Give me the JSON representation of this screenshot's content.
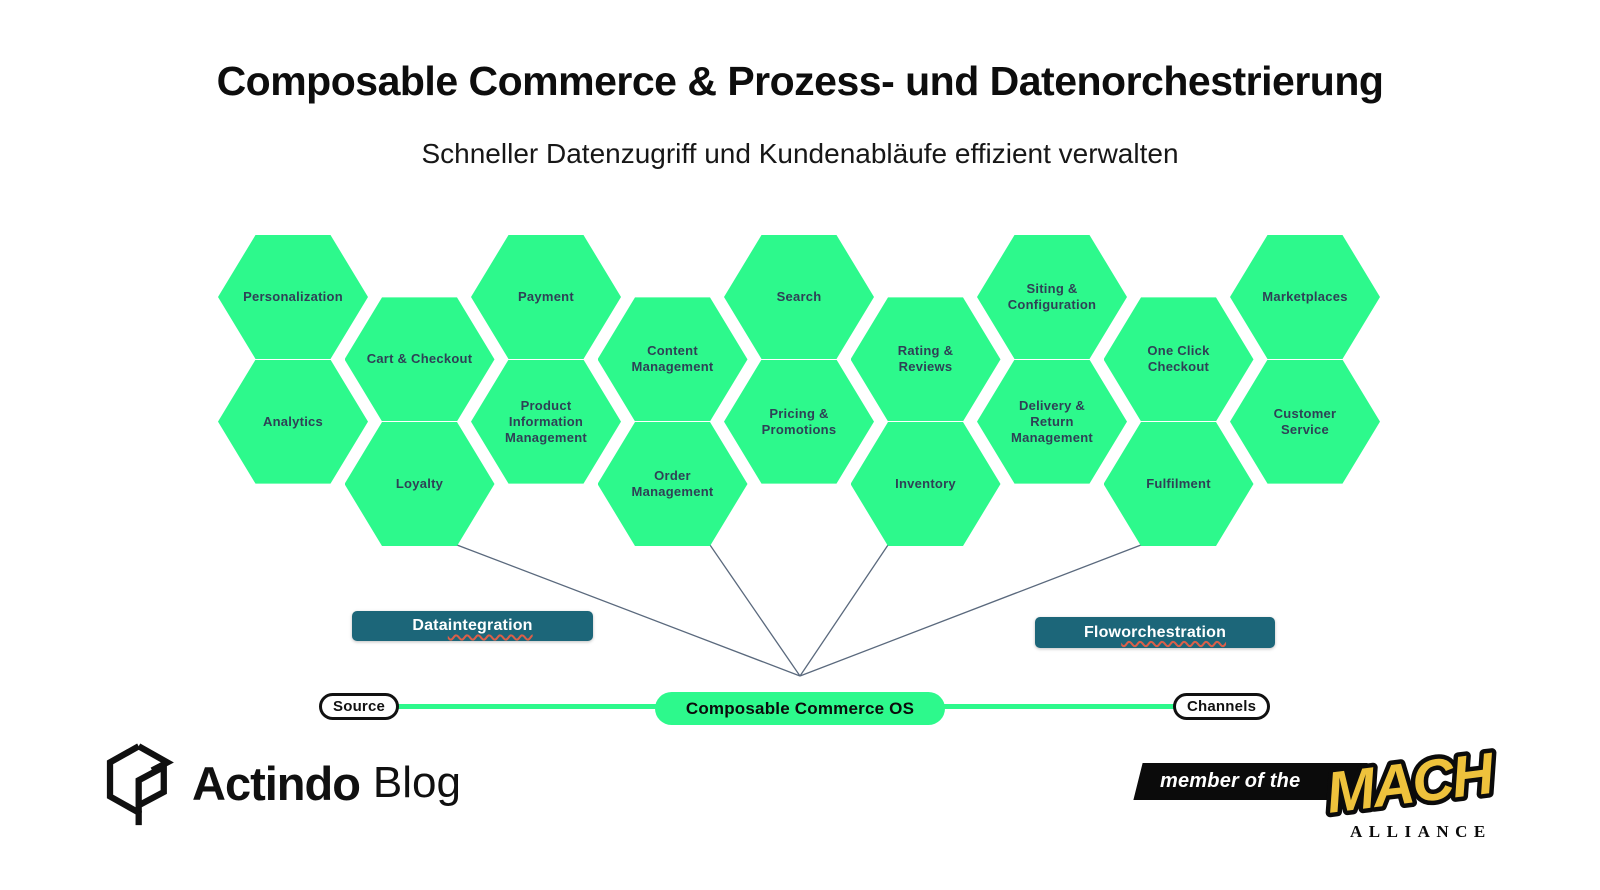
{
  "colors": {
    "green": "#2DF98C",
    "hex_text": "#2F4156",
    "teal": "#1C6679",
    "connector_line": "#5A697D",
    "squiggle": "#DB5F49",
    "mach_yellow": "#EEC23C"
  },
  "header": {
    "title": "Composable Commerce & Prozess- und Datenorchestrierung",
    "subtitle": "Schneller Datenzugriff und Kundenabläufe effizient verwalten"
  },
  "honeycomb": {
    "nodes": [
      {
        "label": "Personalization",
        "col": 0,
        "row": 0
      },
      {
        "label": "Analytics",
        "col": 0,
        "row": 2
      },
      {
        "label": "Cart & Checkout",
        "col": 1,
        "row": 1
      },
      {
        "label": "Loyalty",
        "col": 1,
        "row": 3
      },
      {
        "label": "Payment",
        "col": 2,
        "row": 0
      },
      {
        "label": "Product\nInformation\nManagement",
        "col": 2,
        "row": 2
      },
      {
        "label": "Content\nManagement",
        "col": 3,
        "row": 1
      },
      {
        "label": "Order\nManagement",
        "col": 3,
        "row": 3
      },
      {
        "label": "Search",
        "col": 4,
        "row": 0
      },
      {
        "label": "Pricing &\nPromotions",
        "col": 4,
        "row": 2
      },
      {
        "label": "Rating &\nReviews",
        "col": 5,
        "row": 1
      },
      {
        "label": "Inventory",
        "col": 5,
        "row": 3
      },
      {
        "label": "Siting &\nConfiguration",
        "col": 6,
        "row": 0
      },
      {
        "label": "Delivery &\nReturn\nManagement",
        "col": 6,
        "row": 2
      },
      {
        "label": "One Click\nCheckout",
        "col": 7,
        "row": 1
      },
      {
        "label": "Fulfilment",
        "col": 7,
        "row": 3
      },
      {
        "label": "Marketplaces",
        "col": 8,
        "row": 0
      },
      {
        "label": "Customer\nService",
        "col": 8,
        "row": 2
      }
    ],
    "connections": {
      "from": [
        "Loyalty",
        "Order\nManagement",
        "Inventory",
        "Fulfilment"
      ],
      "to": "Composable Commerce OS"
    }
  },
  "buttons": {
    "data_integration": {
      "prefix": "Data ",
      "wavy": "integration"
    },
    "flow_orchestration": {
      "prefix": "Flow ",
      "wavy": "orchestration"
    }
  },
  "pipeline": {
    "source": "Source",
    "os": "Composable Commerce OS",
    "channels": "Channels"
  },
  "footer": {
    "brand": "Actindo",
    "brand_suffix": "Blog",
    "mach": {
      "member": "member of the",
      "word": "MACH",
      "alliance": "ALLIANCE"
    }
  }
}
